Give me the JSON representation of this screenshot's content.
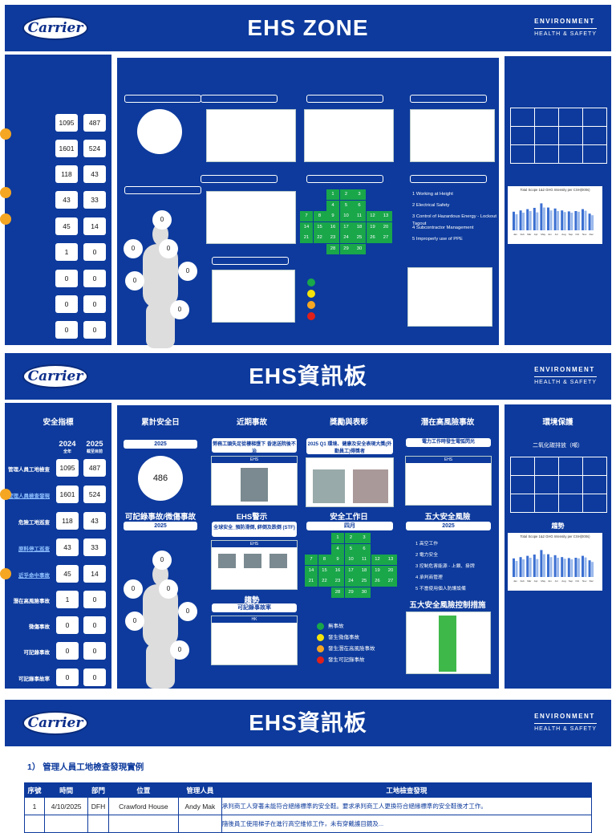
{
  "banners": [
    {
      "logo": "Carrier",
      "title": "EHS ZONE",
      "tag1": "ENVIRONMENT",
      "tag2": "HEALTH & SAFETY"
    },
    {
      "logo": "Carrier",
      "title": "EHS資訊板",
      "tag1": "ENVIRONMENT",
      "tag2": "HEALTH & SAFETY"
    },
    {
      "logo": "Carrier",
      "title": "EHS資訊板",
      "tag1": "ENVIRONMENT",
      "tag2": "HEALTH & SAFETY"
    }
  ],
  "indicator_values": [
    [
      "1095",
      "487"
    ],
    [
      "1601",
      "524"
    ],
    [
      "118",
      "43"
    ],
    [
      "43",
      "33"
    ],
    [
      "45",
      "14"
    ],
    [
      "1",
      "0"
    ],
    [
      "0",
      "0"
    ],
    [
      "0",
      "0"
    ],
    [
      "0",
      "0"
    ]
  ],
  "indicator_labels": [
    "管理人員工地檢查",
    "管理人員檢查發現",
    "危險工地巡查",
    "原料停工巡查",
    "近乎命中事故",
    "潛在高風險事故",
    "微傷事故",
    "可記錄事故",
    "可記錄事故率"
  ],
  "board2": {
    "safety_indicators": "安全指標",
    "col_2024": "2024",
    "col_2024_sub": "全年",
    "col_2025": "2025",
    "col_2025_sub": "截至目前",
    "cumulative_days": "累計安全日",
    "year": "2025",
    "days_value": "486",
    "recent_incidents": "近期事故",
    "incident_title": "勞務工頭失足從樓梯墮下 昏迷送院後不治",
    "rewards": "獎勵與表彰",
    "reward_title": "2025 Q1 環境、健康及安全表現大獎(外勤員工)得獎者",
    "high_risk": "潛在高風險事故",
    "high_risk_title": "電力工作時發生電弧閃光",
    "env": "環境保護",
    "co2": "二氧化碳排放（噸）",
    "recordable": "可記錄事故/微傷事故",
    "recordable_year": "2025",
    "ehs_alert": "EHS警示",
    "alert_title": "全球安全_預防滑倒, 絆倒及跌倒 (STF)",
    "safety_days": "安全工作日",
    "month": "四月",
    "top5": "五大安全風險",
    "top5_year": "2025",
    "trend": "趨勢",
    "trend2": "趨勢",
    "recordable_rate": "可記錄事故率",
    "top5_measures": "五大安全風險控制措施",
    "body_values": [
      "0",
      "0",
      "0",
      "0",
      "0",
      "0"
    ],
    "legend": [
      "無事故",
      "發生微傷事故",
      "發生潛在高風險事故",
      "發生可記錄事故"
    ],
    "risks": [
      "高空工作",
      "電力安全",
      "控制危害能源 - 上鎖、掛牌",
      "承判商管理",
      "不當使用個人防護設備"
    ]
  },
  "board1": {
    "body_values": [
      "0",
      "0",
      "0",
      "0",
      "0",
      "0"
    ],
    "risks": [
      "Working at Height",
      "Electrical Safety",
      "Control of Hazardous Energy - Lockout Tagout",
      "Subcontractor Management",
      "Improperly use of PPE"
    ]
  },
  "calendar": [
    "1",
    "2",
    "3",
    "4",
    "5",
    "6",
    "7",
    "8",
    "9",
    "10",
    "11",
    "12",
    "13",
    "14",
    "15",
    "16",
    "17",
    "18",
    "19",
    "20",
    "21",
    "22",
    "23",
    "24",
    "25",
    "26",
    "27",
    "28",
    "29",
    "30"
  ],
  "legend_colors": [
    "#19a74a",
    "#f4e30a",
    "#f5a623",
    "#e0201b"
  ],
  "chart": {
    "title": "Total Scope 1&2 GHG Intensity per CSH(000s)",
    "type": "bar",
    "categories": [
      "Jan",
      "Feb",
      "Mar",
      "Apr",
      "May",
      "Jun",
      "Jul",
      "Aug",
      "Sep",
      "Oct",
      "Nov",
      "Dec"
    ],
    "series": [
      {
        "name": "2024",
        "values": [
          0.58,
          0.62,
          0.66,
          0.7,
          0.84,
          0.71,
          0.68,
          0.62,
          0.59,
          0.6,
          0.66,
          0.52
        ]
      },
      {
        "name": "2025",
        "values": [
          0.5,
          0.55,
          0.6,
          0.56,
          0.71,
          0.62,
          0.6,
          0.57,
          0.55,
          0.58,
          0.61,
          0.47
        ]
      }
    ],
    "colors": [
      "#3b6fd1",
      "#9bb9ec"
    ]
  },
  "findings": {
    "section": "1）  管理人員工地檢查發現實例",
    "headers": [
      "序號",
      "時間",
      "部門",
      "位置",
      "管理人員",
      "工地檢查發現"
    ],
    "rows": [
      [
        "1",
        "4/10/2025",
        "DFH",
        "Crawford House",
        "Andy Mak",
        "承判商工人穿著未能符合絕緣標準的安全鞋。要求承判商工人更換符合絕緣標準的安全鞋後才工作。"
      ],
      [
        "",
        "",
        "",
        "",
        "",
        "隨後員工使用梯子在進行高空維修工作，未有穿戴護目鏡及..."
      ]
    ]
  }
}
